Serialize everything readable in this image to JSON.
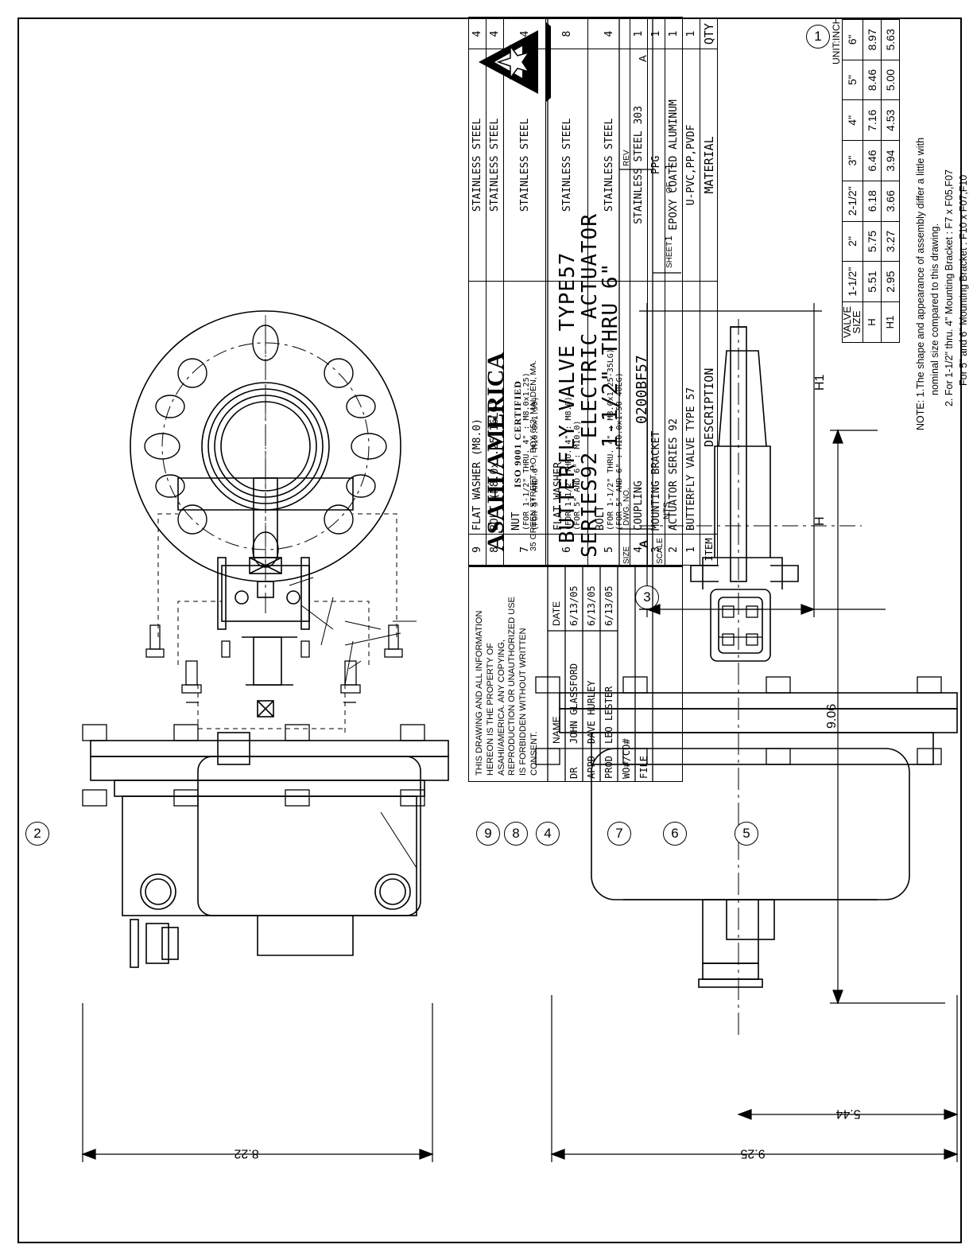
{
  "dimensions": {
    "front_width": "8.22",
    "side_width": "9.25",
    "side_half": "5.44",
    "height_total": "9.06",
    "h_label": "H",
    "h1_label": "H1"
  },
  "unit": "UNIT:INCH",
  "valve_table": {
    "header": [
      "VALVE SIZE",
      "1-1/2\"",
      "2\"",
      "2-1/2\"",
      "3\"",
      "4\"",
      "5\"",
      "6\""
    ],
    "rows": [
      {
        "label": "H",
        "values": [
          "5.51",
          "5.75",
          "6.18",
          "6.46",
          "7.16",
          "8.46",
          "8.97"
        ]
      },
      {
        "label": "H1",
        "values": [
          "2.95",
          "3.27",
          "3.66",
          "3.94",
          "4.53",
          "5.00",
          "5.63"
        ]
      }
    ]
  },
  "notes": [
    "NOTE: 1.The shape and appearance of assembly differ a little with",
    "nominal size compared to this drawing.",
    "2. For 1-1/2\" thru. 4\" Mounting Bracket : F7 x F05,F07",
    "For 5\" and 6\" Mounting Bracket : F10 x F07,F10"
  ],
  "bom": {
    "header": {
      "item": "ITEM",
      "desc": "DESCRIPTION",
      "mat": "MATERIAL",
      "qty": "QTY"
    },
    "rows": [
      {
        "item": "9",
        "desc": "FLAT WASHER (M8.0)",
        "sub": [],
        "mat": "STAINLESS STEEL",
        "qty": "4"
      },
      {
        "item": "8",
        "desc": "BOLT (M8.0x1.25-16LG)",
        "sub": [],
        "mat": "STAINLESS STEEL",
        "qty": "4"
      },
      {
        "item": "7",
        "desc": "NUT",
        "sub": [
          "(FOR 1-1/2\" THRU. 4\" : M8.0x1.25)",
          "(FOR 5\" AND 6\" : M10.0x1.50)"
        ],
        "mat": "STAINLESS STEEL",
        "qty": "4"
      },
      {
        "item": "6",
        "desc": "FLAT WASHER",
        "sub": [
          "(FOR 1-1/2\" THRU. 4\" : M8.0)",
          "(FOR 5\" AND 6\" : M10.0)"
        ],
        "mat": "STAINLESS STEEL",
        "qty": "8"
      },
      {
        "item": "5",
        "desc": "BOLT",
        "sub": [
          "(FOR 1-1/2\" THRU. 4\" : M8.0x1.25-35LG)",
          "(FOR 5\" AND 6\" : M10.0x1.50-40LG)"
        ],
        "mat": "STAINLESS STEEL",
        "qty": "4"
      },
      {
        "item": "4",
        "desc": "COUPLING",
        "sub": [],
        "mat": "STAINLESS STEEL 303",
        "qty": "1"
      },
      {
        "item": "3",
        "desc": "MOUNTING BRACKET",
        "sub": [],
        "mat": "PPG",
        "qty": "1"
      },
      {
        "item": "2",
        "desc": "ACTUATOR SERIES 92",
        "sub": [],
        "mat": "EPOXY COATED ALUMINUM",
        "qty": "1"
      },
      {
        "item": "1",
        "desc": "BUTTERFLY VALVE TYPE 57",
        "sub": [],
        "mat": "U-PVC,PP,PVDF",
        "qty": "1"
      }
    ]
  },
  "title_block": {
    "property_notice": [
      "THIS DRAWING AND ALL INFORMATION",
      "HEREON IS THE PROPERTY OF",
      "ASAHI/AMERICA. ANY COPYING,",
      "REPRODUCTION OR UNAUTHORIZED USE",
      "IS FORBIDDEN WITHOUT WRITTEN",
      "CONSENT."
    ],
    "name_header": "NAME",
    "date_header": "DATE",
    "signoffs": [
      {
        "role": "DR",
        "name": "JOHN GLASSFORD",
        "date": "6/13/05"
      },
      {
        "role": "APPD",
        "name": "DAVE HURLEY",
        "date": "6/13/05"
      },
      {
        "role": "PROD",
        "name": "LEO LESTER",
        "date": "6/13/05"
      }
    ],
    "wo": "WO#/CO#",
    "file": "FILE",
    "company": "ASAHI/AMERICA",
    "iso": "ISO 9001 CERTIFIED",
    "address": "35 GREEN STREET, P.O. BOX 653, MALDEN, MA.",
    "title_lines": [
      "BUTTERFLY VALVE TYPE57",
      "SERIES92 ELECTRIC ACTUATOR",
      "1-1/2\" THRU 6\""
    ],
    "size_label": "SIZE",
    "size": "A",
    "dwg_label": "DWG. NO.",
    "dwg_no": "0200BF57",
    "rev_label": "REV",
    "rev": "A",
    "scale_label": "SCALE",
    "scale": "NTS",
    "sheet_label": "SHEET",
    "sheet": "1",
    "of_label": "OF",
    "of": "1"
  },
  "balloons": [
    "1",
    "2",
    "3",
    "4",
    "5",
    "6",
    "7",
    "8",
    "9"
  ]
}
